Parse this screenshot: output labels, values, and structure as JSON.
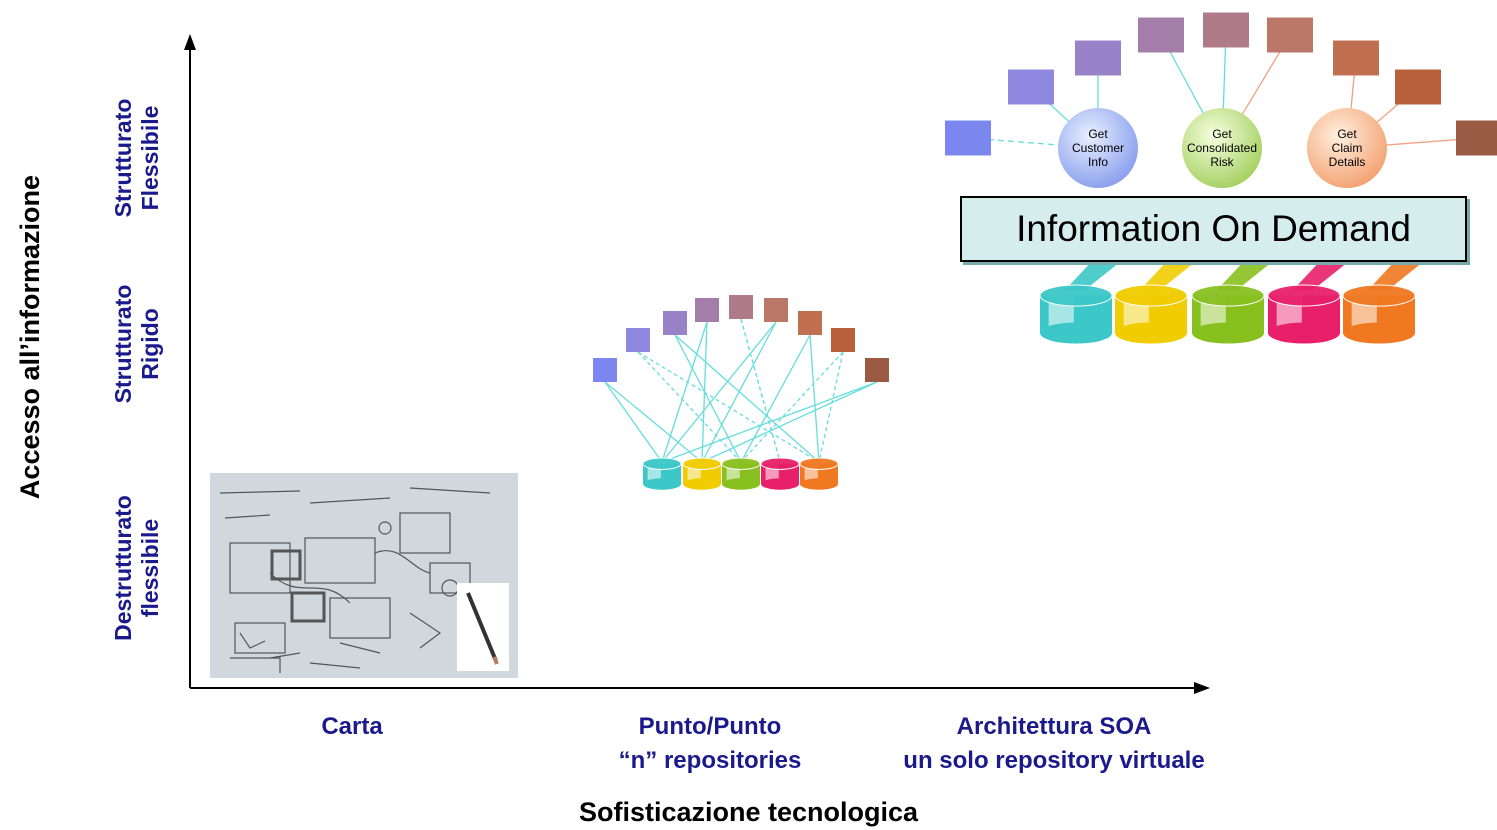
{
  "y_axis": {
    "title": "Accesso all’informazione",
    "levels": [
      {
        "line1": "Destrutturato",
        "line2": "flessibile"
      },
      {
        "line1": "Strutturato",
        "line2": "Rigido"
      },
      {
        "line1": "Strutturato",
        "line2": "Flessibile"
      }
    ]
  },
  "x_axis": {
    "title": "Sofisticazione tecnologica",
    "categories": [
      {
        "line1": "Carta",
        "line2": ""
      },
      {
        "line1": "Punto/Punto",
        "line2": "“n” repositories"
      },
      {
        "line1": "Architettura SOA",
        "line2": "un solo repository virtuale"
      }
    ]
  },
  "soa": {
    "banner": "Information On Demand",
    "services": [
      {
        "l1": "Get",
        "l2": "Customer",
        "l3": "Info"
      },
      {
        "l1": "Get",
        "l2": "Consolidated",
        "l3": "Risk"
      },
      {
        "l1": "Get",
        "l2": "Claim",
        "l3": "Details"
      }
    ]
  },
  "colors": {
    "axis": "#000000",
    "label_blue": "#1a1a8c",
    "connector": "#66dddd",
    "db": [
      "#3cc8c8",
      "#f0cc00",
      "#88c020",
      "#e8206a",
      "#f07820"
    ],
    "app_boxes": [
      "#7b86ee",
      "#8f88e0",
      "#9a82c8",
      "#a27ea8",
      "#b07b88",
      "#bb7868",
      "#c07050",
      "#b8603a",
      "#9a5a44"
    ]
  }
}
